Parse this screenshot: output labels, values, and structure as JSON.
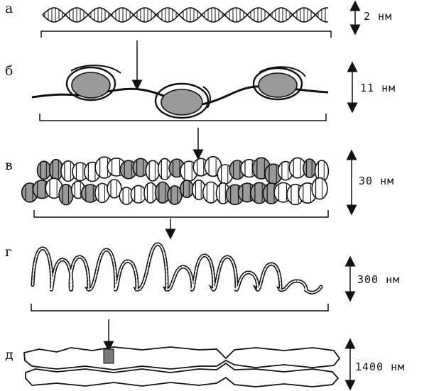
{
  "levels": [
    {
      "id": "a",
      "label": "а",
      "scale": "2 нм"
    },
    {
      "id": "b",
      "label": "б",
      "scale": "11 нм"
    },
    {
      "id": "v",
      "label": "в",
      "scale": "30 нм"
    },
    {
      "id": "g",
      "label": "г",
      "scale": "300 нм"
    },
    {
      "id": "d",
      "label": "д",
      "scale": "1400 нм"
    }
  ],
  "colors": {
    "ink": "#111111",
    "nucleosome_fill": "#9a9a9a",
    "marker_fill": "#777777",
    "background": "#ffffff"
  }
}
